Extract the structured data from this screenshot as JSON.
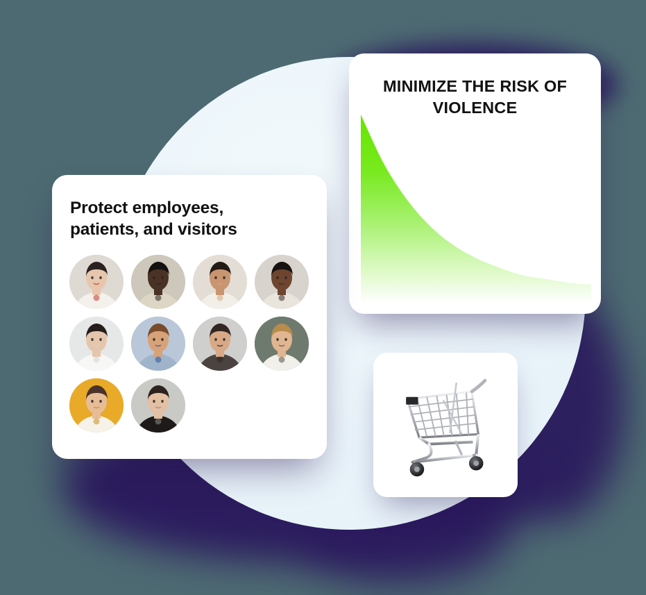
{
  "scene": {
    "background_color": "#4d6a72",
    "circle_color": "#eaf4fa",
    "shadow_color": "#2b1a5e"
  },
  "chart_card": {
    "title_line1": "MINIMIZE THE RISK OF",
    "title_line2": "VIOLENCE",
    "accent_color": "#66e500"
  },
  "people_card": {
    "title_line1": "Protect employees,",
    "title_line2": "patients, and visitors",
    "avatars": [
      {
        "id": "avatar-1",
        "alt": "Woman with dark hair and red brooch",
        "bg": "#ded9d2",
        "skin": "#e8c6ae",
        "hair": "#2b2220",
        "cloth": "#f4f1ec",
        "accent": "#c0392b"
      },
      {
        "id": "avatar-2",
        "alt": "Man with glasses in cream sweater",
        "bg": "#cdc8bb",
        "skin": "#4a3225",
        "hair": "#151110",
        "cloth": "#ded6c4",
        "accent": "#2a2520"
      },
      {
        "id": "avatar-3",
        "alt": "Smiling woman with curly hair",
        "bg": "#e3ddd6",
        "skin": "#c99570",
        "hair": "#241a16",
        "cloth": "#f2efe9",
        "accent": "#d8a57a"
      },
      {
        "id": "avatar-4",
        "alt": "Woman with natural afro hair",
        "bg": "#d8d3cc",
        "skin": "#6e4630",
        "hair": "#181210",
        "cloth": "#e9e4dc",
        "accent": "#3c2a20"
      },
      {
        "id": "avatar-5",
        "alt": "Person in white shirt with hand raised",
        "bg": "#e6e8e8",
        "skin": "#e5c6ad",
        "hair": "#241d1a",
        "cloth": "#f7f7f6",
        "accent": "#cfd4d6"
      },
      {
        "id": "avatar-6",
        "alt": "Woman with long wavy hair and denim jacket",
        "bg": "#b9c7d8",
        "skin": "#d8a278",
        "hair": "#7a4b2a",
        "cloth": "#9fb4cb",
        "accent": "#2f5596"
      },
      {
        "id": "avatar-7",
        "alt": "Smiling bearded man",
        "bg": "#cfcfcd",
        "skin": "#d9a987",
        "hair": "#332723",
        "cloth": "#4a4340",
        "accent": "#2c2421"
      },
      {
        "id": "avatar-8",
        "alt": "Young man with blond hair in white tee",
        "bg": "#6f7a6e",
        "skin": "#e0b692",
        "hair": "#b88c4c",
        "cloth": "#f2f0ea",
        "accent": "#4c564b"
      },
      {
        "id": "avatar-9",
        "alt": "Woman with bun on yellow background",
        "bg": "#e8aa28",
        "skin": "#e7bd98",
        "hair": "#4a332a",
        "cloth": "#f6f2ea",
        "accent": "#c98c18"
      },
      {
        "id": "avatar-10",
        "alt": "Woman with long dark hair in black top",
        "bg": "#c9c9c6",
        "skin": "#e3bfa4",
        "hair": "#2c221e",
        "cloth": "#1d1a19",
        "accent": "#8d8b88"
      }
    ]
  },
  "cart_card": {
    "icon_name": "shopping-cart-illustration",
    "alt": "Metal shopping cart"
  },
  "chart_data": {
    "type": "area",
    "title": "MINIMIZE THE RISK OF VIOLENCE",
    "xlabel": "",
    "ylabel": "",
    "x": [
      0,
      0.1,
      0.2,
      0.3,
      0.4,
      0.5,
      0.6,
      0.7,
      0.8,
      0.9,
      1.0
    ],
    "values": [
      100,
      74,
      55,
      41,
      31,
      24,
      19,
      15,
      13,
      11,
      10
    ],
    "xlim": [
      0,
      1
    ],
    "ylim": [
      0,
      100
    ],
    "grid": false,
    "legend": "none",
    "series": [
      {
        "name": "Risk of violence",
        "values": [
          100,
          74,
          55,
          41,
          31,
          24,
          19,
          15,
          13,
          11,
          10
        ]
      }
    ],
    "fill_gradient": [
      "#66e500",
      "#ffffff"
    ],
    "description": "Exponential decay curve showing risk declining sharply then leveling off"
  }
}
